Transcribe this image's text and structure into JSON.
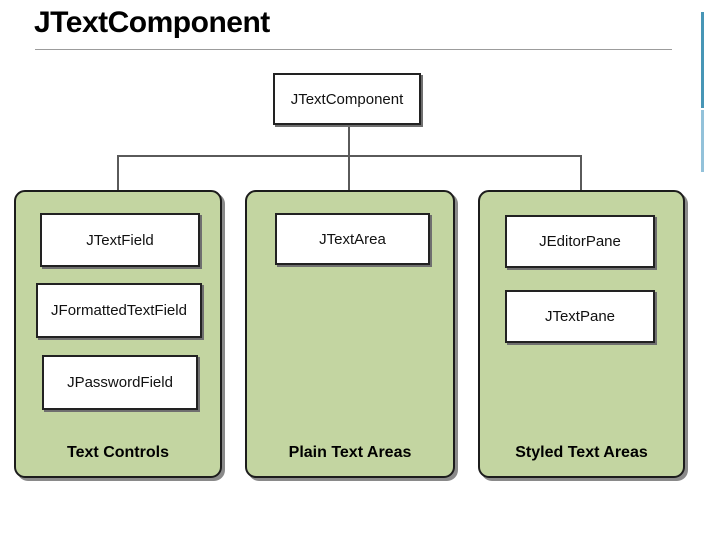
{
  "page": {
    "title": "JTextComponent"
  },
  "diagram": {
    "root": {
      "label": "JTextComponent"
    },
    "groups": [
      {
        "label": "Text Controls",
        "items": [
          "JTextField",
          "JFormattedTextField",
          "JPasswordField"
        ]
      },
      {
        "label": "Plain Text Areas",
        "items": [
          "JTextArea"
        ]
      },
      {
        "label": "Styled Text Areas",
        "items": [
          "JEditorPane",
          "JTextPane"
        ]
      }
    ],
    "colors": {
      "panel_green": "#c3d5a1",
      "node_fill": "#ffffff",
      "connector_gray": "#5a5a5a",
      "accent_teal": "#4796b6",
      "accent_teal_light": "#93c2da"
    }
  }
}
